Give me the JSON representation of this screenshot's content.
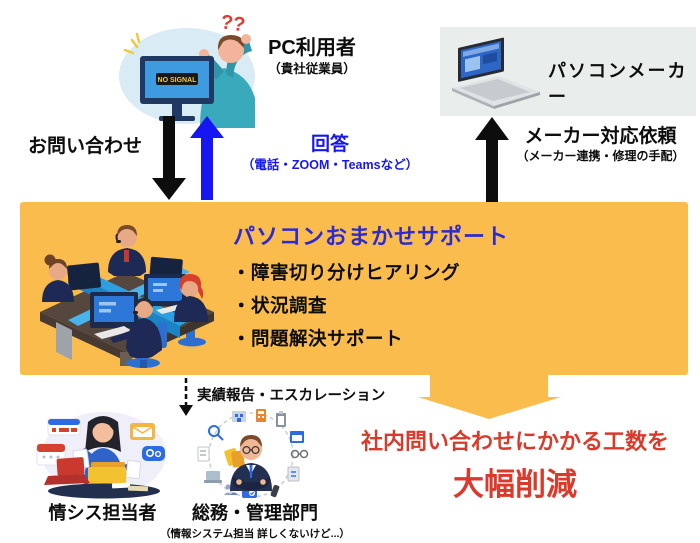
{
  "pc_user": {
    "title": "PC利用者",
    "subtitle": "（貴社従業員）",
    "qmarks": "??"
  },
  "maker": {
    "title": "パソコンメーカー"
  },
  "monitor": {
    "no_signal": "NO SIGNAL"
  },
  "flows": {
    "inquiry": "お問い合わせ",
    "answer": "回答",
    "answer_detail": "（電話・ZOOM・Teamsなど）",
    "maker_request": "メーカー対応依頼",
    "maker_request_detail": "（メーカー連携・修理の手配）",
    "report": "実績報告・エスカレーション"
  },
  "support": {
    "title": "パソコンおまかせサポート",
    "items": [
      "・障害切り分けヒアリング",
      "・状況調査",
      "・問題解決サポート"
    ]
  },
  "staff": {
    "it": "情シス担当者",
    "admin": "総務・管理部門",
    "admin_note": "（情報システム担当 詳しくないけど...）"
  },
  "result": {
    "line1": "社内問い合わせにかかる工数を",
    "line2": "大幅削減"
  },
  "colors": {
    "support_box_orange": "#FBBC4E",
    "flow_blue": "#1616F2",
    "support_title_blue": "#2B2BD1",
    "result_red": "#D93A2B",
    "maker_box_gray": "#E9EDEB",
    "arrow_black": "#0d0d0d"
  }
}
